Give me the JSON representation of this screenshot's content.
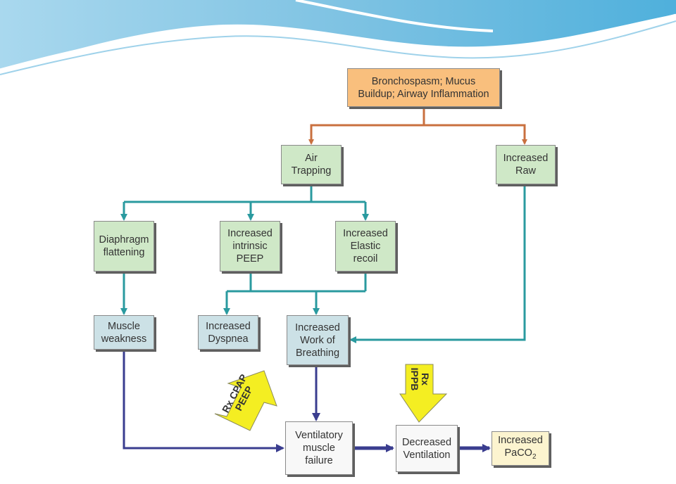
{
  "nodes": {
    "bronchospasm": "Bronchospasm; Mucus\nBuildup; Airway Inflammation",
    "air_trapping": "Air\nTrapping",
    "increased_raw": "Increased\nRaw",
    "diaphragm": "Diaphragm\nflattening",
    "intrinsic_peep": "Increased\nintrinsic\nPEEP",
    "elastic_recoil": "Increased\nElastic\nrecoil",
    "muscle_weakness": "Muscle\nweakness",
    "dyspnea": "Increased\nDyspnea",
    "work_of_breathing": "Increased\nWork of\nBreathing",
    "ventilatory_failure": "Ventilatory\nmuscle\nfailure",
    "decreased_ventilation": "Decreased\nVentilation",
    "increased_paco2_prefix": "Increased\nPaCO",
    "increased_paco2_sub": "2"
  },
  "treatments": {
    "cpap_peep": "Rx CPAP\nPEEP",
    "ippb": "Rx\nIPPB"
  },
  "colors": {
    "orange_arrow": "#c9703f",
    "teal_arrow": "#2a9a9f",
    "navy_arrow": "#3a3d8f",
    "rx_arrow": "#f4ee22"
  }
}
